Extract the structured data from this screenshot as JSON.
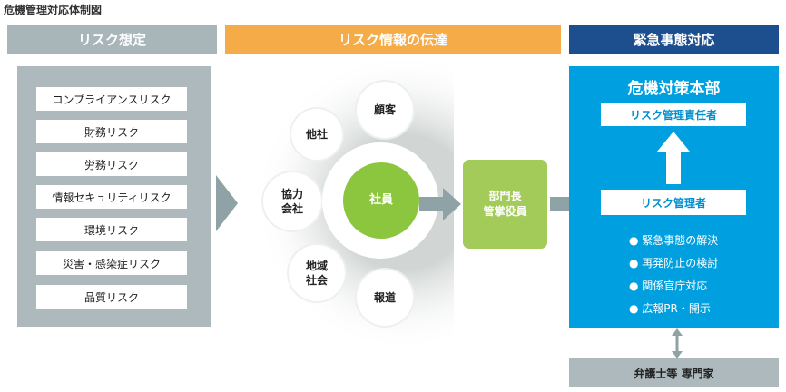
{
  "title": "危機管理対応体制図",
  "headers": {
    "risk_assumption": "リスク想定",
    "info_transmission": "リスク情報の伝達",
    "emergency_response": "緊急事態対応"
  },
  "risks": [
    "コンプライアンスリスク",
    "財務リスク",
    "労務リスク",
    "情報セキュリティリスク",
    "環境リスク",
    "災害・感染症リスク",
    "品質リスク"
  ],
  "stakeholders": {
    "other_company": "他社",
    "customer": "顧客",
    "partner": "協力\n会社",
    "community": "地域\n社会",
    "press": "報道"
  },
  "employee": "社員",
  "department": "部門長\n管掌役員",
  "hq": {
    "title": "危機対策本部",
    "responsible": "リスク管理責任者",
    "manager": "リスク管理者",
    "tasks": [
      "緊急事態の解決",
      "再発防止の検討",
      "関係官庁対応",
      "広報PR・開示"
    ]
  },
  "experts": "弁護士等 専門家",
  "colors": {
    "header_grey": "#a9b6b9",
    "header_orange": "#f5ac48",
    "header_navy": "#1d4f8f",
    "panel_grey": "#aeb9bd",
    "green": "#8cc63f",
    "dept_green": "#a2cb5a",
    "blue": "#00a0e0"
  },
  "icons": [
    "chevron-right-icon",
    "arrow-right-icon",
    "arrow-up-icon",
    "double-arrow-icon",
    "bullet-icon"
  ]
}
